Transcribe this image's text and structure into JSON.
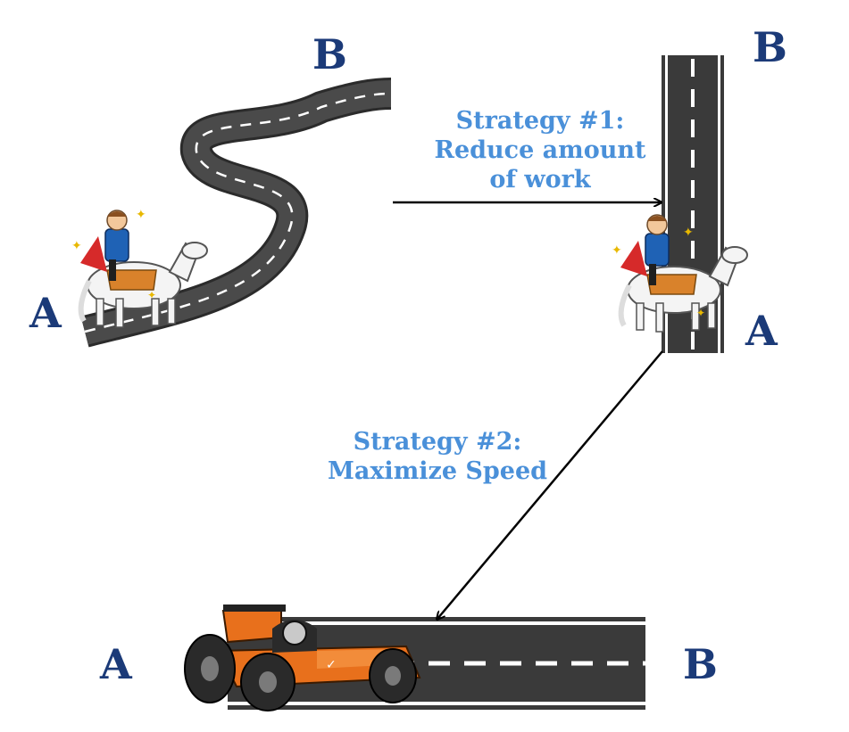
{
  "scene1": {
    "start_label": "A",
    "end_label": "B"
  },
  "scene2": {
    "start_label": "A",
    "end_label": "B"
  },
  "scene3": {
    "start_label": "A",
    "end_label": "B"
  },
  "strategy1": {
    "line1": "Strategy #1:",
    "line2": "Reduce amount",
    "line3": "of work"
  },
  "strategy2": {
    "line1": "Strategy #2:",
    "line2": "Maximize Speed"
  },
  "icons": {
    "rider": "prince-on-horse-icon",
    "car": "race-car-icon"
  },
  "colors": {
    "label_letters": "#1b3a78",
    "strategy_text": "#4a90d9",
    "road": "#3a3a3a"
  }
}
